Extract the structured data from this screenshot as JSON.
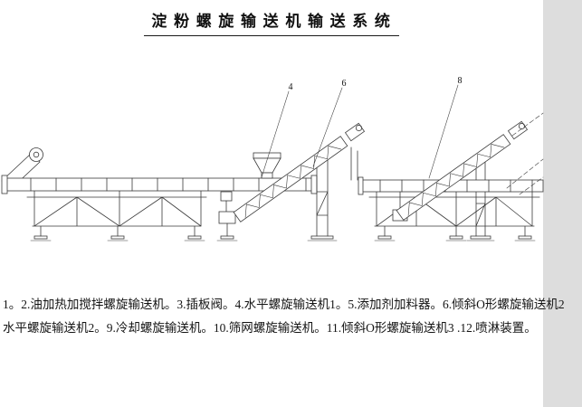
{
  "page": {
    "title": "淀粉螺旋输送机输送系统"
  },
  "drawing": {
    "callouts": [
      {
        "label": "4"
      },
      {
        "label": "6"
      },
      {
        "label": "8"
      }
    ]
  },
  "caption": {
    "line1": "1。2.油加热加搅拌螺旋输送机。3.插板阀。4.水平螺旋输送机1。5.添加剂加料器。6.倾斜O形螺旋输送机2",
    "line2": "水平螺旋输送机2。9.冷却螺旋输送机。10.筛网螺旋输送机。11.倾斜O形螺旋输送机3 .12.喷淋装置。"
  }
}
